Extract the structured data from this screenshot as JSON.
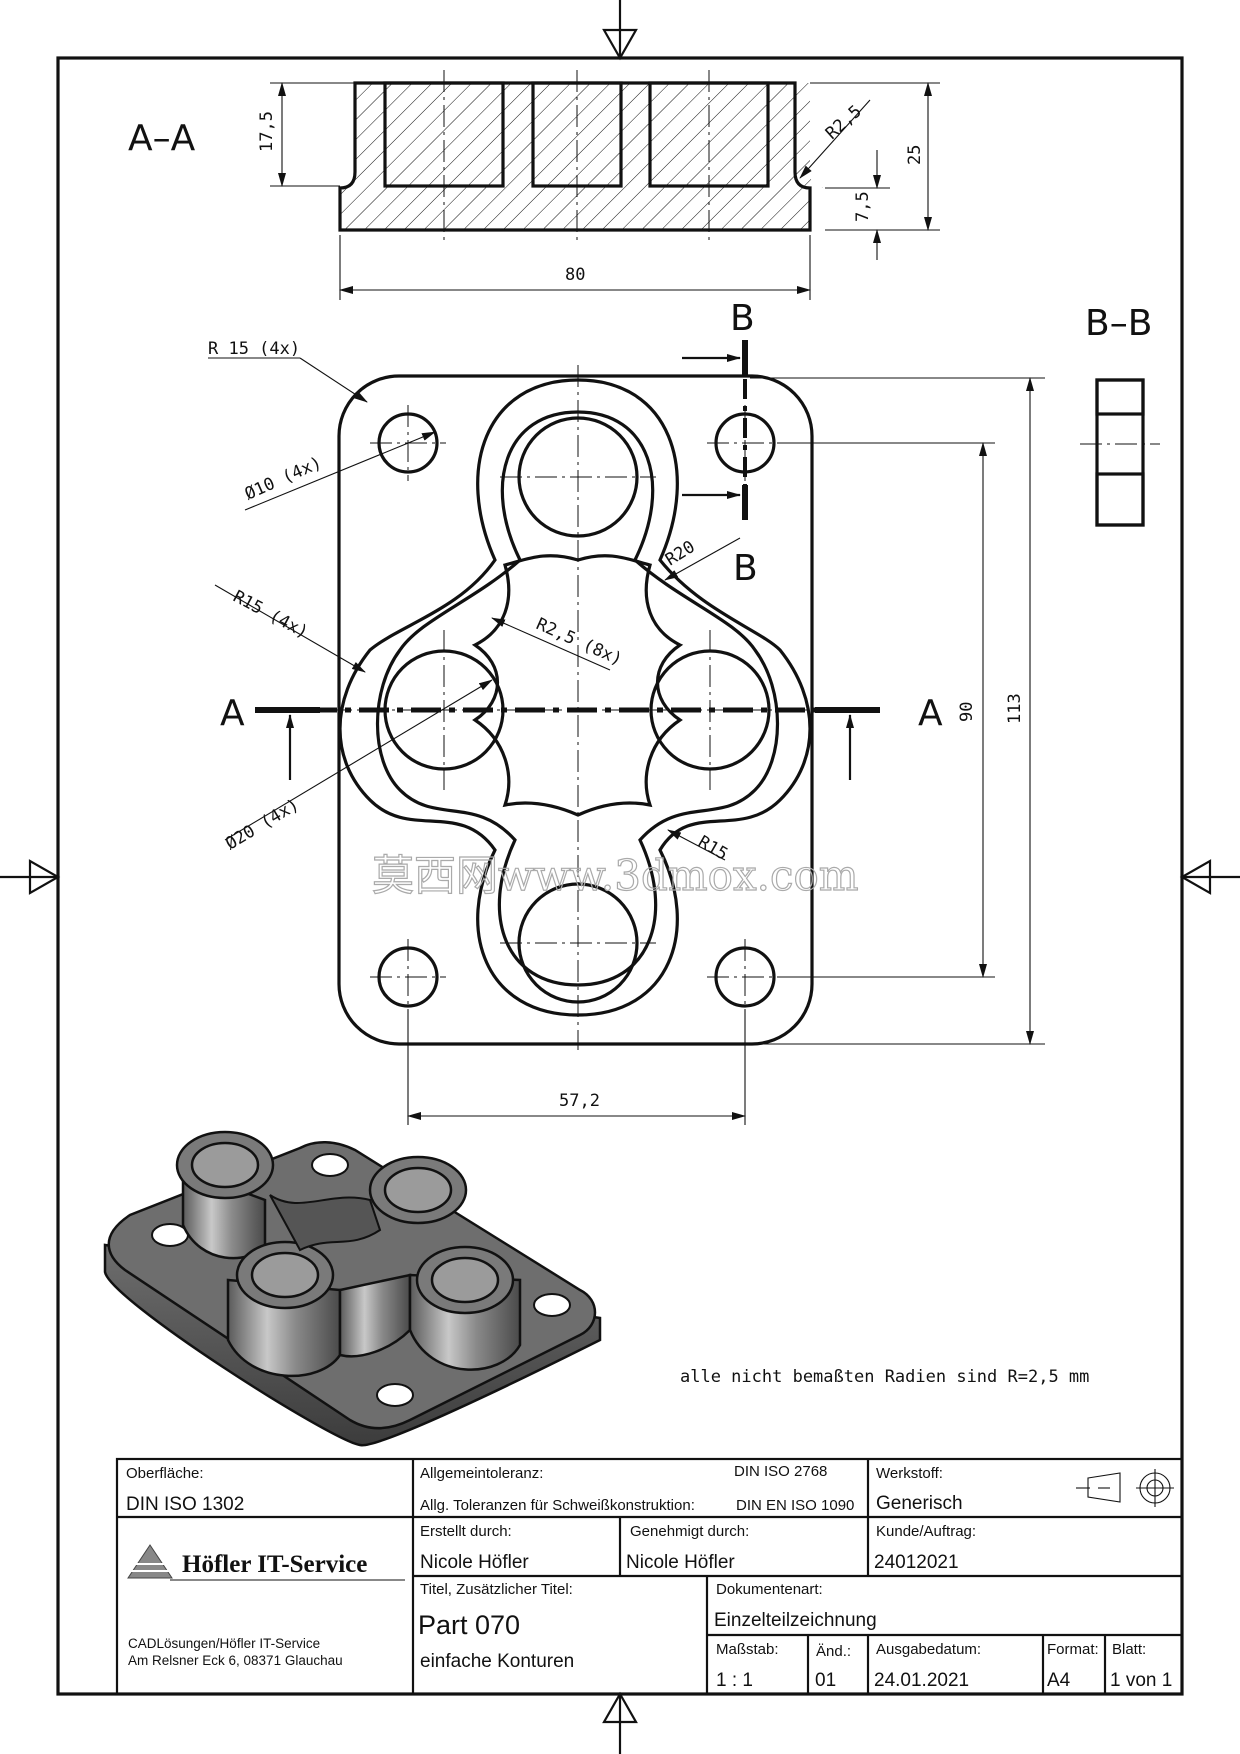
{
  "section_labels": {
    "aa": "A–A",
    "bb": "B–B",
    "a_left": "A",
    "a_right": "A",
    "b_top": "B",
    "b_bottom": "B"
  },
  "dimensions": {
    "aa_height_175": "17,5",
    "aa_height_25": "25",
    "aa_height_75": "7,5",
    "aa_radius": "R2,5",
    "aa_width_80": "80",
    "corner_radius": "R 15 (4x)",
    "small_holes": "Ø10 (4x)",
    "r15_4x": "R15 (4x)",
    "r25_8x": "R2,5 (8x)",
    "r20": "R20",
    "r15": "R15",
    "large_holes": "Ø20 (4x)",
    "height_90": "90",
    "height_113": "113",
    "width_572": "57,2"
  },
  "note": "alle nicht bemaßten Radien sind R=2,5 mm",
  "watermark": "莫西网www.3dmox.com",
  "title_block": {
    "oberflaeche_label": "Oberfläche:",
    "oberflaeche_value": "DIN ISO 1302",
    "allgemeintoleranz_label": "Allgemeintoleranz:",
    "allgemeintoleranz_value": "DIN ISO 2768",
    "schweiss_label": "Allg. Toleranzen für Schweißkonstruktion:",
    "schweiss_value": "DIN EN ISO 1090",
    "werkstoff_label": "Werkstoff:",
    "werkstoff_value": "Generisch",
    "erstellt_label": "Erstellt durch:",
    "erstellt_value": "Nicole Höfler",
    "genehmigt_label": "Genehmigt durch:",
    "genehmigt_value": "Nicole Höfler",
    "kunde_label": "Kunde/Auftrag:",
    "kunde_value": "24012021",
    "company_logo": "Höfler IT-Service",
    "company_line1": "CADLösungen/Höfler IT-Service",
    "company_line2": "Am Relsner Eck 6, 08371 Glauchau",
    "titel_label": "Titel, Zusätzlicher Titel:",
    "titel_value": "Part 070",
    "zusatz_value": "einfache Konturen",
    "dokumentenart_label": "Dokumentenart:",
    "dokumentenart_value": "Einzelteilzeichnung",
    "massstab_label": "Maßstab:",
    "massstab_value": "1 : 1",
    "aend_label": "Änd.:",
    "aend_value": "01",
    "ausgabe_label": "Ausgabedatum:",
    "ausgabe_value": "24.01.2021",
    "format_label": "Format:",
    "format_value": "A4",
    "blatt_label": "Blatt:",
    "blatt_value": "1 von 1"
  }
}
